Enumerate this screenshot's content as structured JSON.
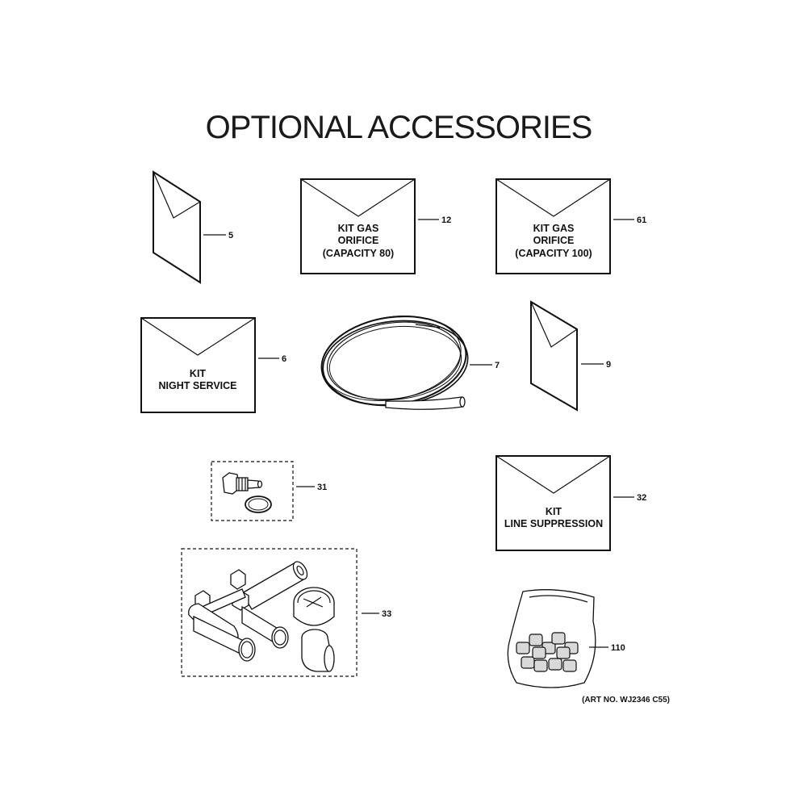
{
  "title": "OPTIONAL ACCESSORIES",
  "art_number": "(ART NO. WJ2346 C55)",
  "parts": [
    {
      "callout": "5"
    },
    {
      "callout": "12",
      "lines": [
        "KIT GAS",
        "ORIFICE",
        "(CAPACITY 80)"
      ]
    },
    {
      "callout": "61",
      "lines": [
        "KIT GAS",
        "ORIFICE",
        "(CAPACITY 100)"
      ]
    },
    {
      "callout": "6",
      "lines": [
        "KIT",
        "NIGHT SERVICE"
      ]
    },
    {
      "callout": "7"
    },
    {
      "callout": "9"
    },
    {
      "callout": "31"
    },
    {
      "callout": "32",
      "lines": [
        "KIT",
        "LINE SUPPRESSION"
      ]
    },
    {
      "callout": "33"
    },
    {
      "callout": "110"
    }
  ]
}
